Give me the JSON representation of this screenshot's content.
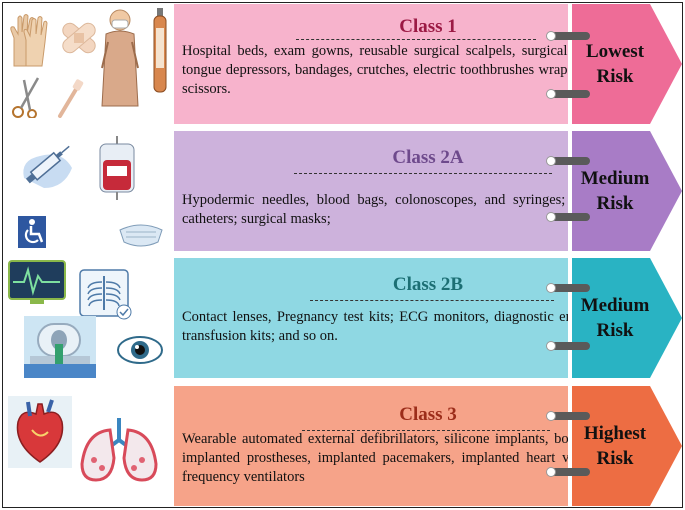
{
  "tiers": [
    {
      "title": "Class 1",
      "description": "Hospital beds, exam gowns, reusable surgical scalpels, surgical bed and masks, tongue depressors, bandages, crutches, electric toothbrushes wraps, oxygen masks, scissors.",
      "risk_line1": "Lowest",
      "risk_line2": "Risk",
      "panel_color": "#f7b3cc",
      "arrow_color": "#ee6c97",
      "title_color": "#9b1a44"
    },
    {
      "title": "Class 2A",
      "description": "Hypodermic needles, blood bags, colonoscopes, and syringes; surgical drapes; catheters; surgical masks;",
      "risk_line1": "Medium",
      "risk_line2": "Risk",
      "panel_color": "#cdb2dc",
      "arrow_color": "#a87cc6",
      "title_color": "#6e4a8c"
    },
    {
      "title": "Class 2B",
      "description": "Contact lenses, Pregnancy test kits; ECG monitors, diagnostic endoscopes, blood transfusion kits; and so on.",
      "risk_line1": "Medium",
      "risk_line2": "Risk",
      "panel_color": "#8fd8e3",
      "arrow_color": "#29b3c3",
      "title_color": "#1c6f74"
    },
    {
      "title": "Class 3",
      "description": "Wearable automated external defibrillators, silicone implants, bone and implants, implanted prostheses, implanted pacemakers, implanted heart valves, and high-frequency ventilators",
      "risk_line1": "Highest",
      "risk_line2": "Risk",
      "panel_color": "#f6a389",
      "arrow_color": "#ed6d43",
      "title_color": "#9c2d1a"
    }
  ],
  "icons": [
    "gloves-icon",
    "bandage-icon",
    "gown-mask-icon",
    "oxygen-tank-icon",
    "scissors-icon",
    "toothbrush-icon",
    "syringe-icon",
    "blood-bag-icon",
    "wheelchair-icon",
    "surgical-mask-icon",
    "ecg-monitor-icon",
    "chest-xray-icon",
    "scanner-icon",
    "eye-icon",
    "heart-icon",
    "lungs-icon"
  ]
}
